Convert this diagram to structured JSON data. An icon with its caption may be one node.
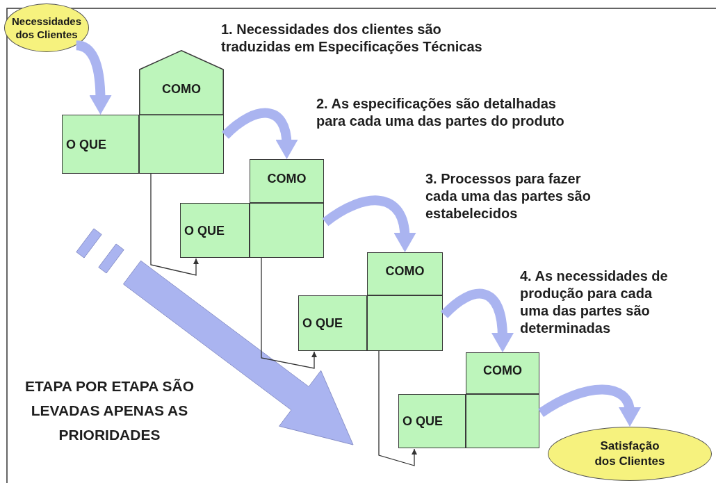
{
  "diagram": {
    "nodes": [
      {
        "text": [
          "Necessidades dos Clientes"
        ]
      },
      {
        "text": [
          "COMO"
        ]
      },
      {
        "text": [
          "O QUE"
        ]
      },
      {
        "text": [],
        "shape": "box"
      },
      {
        "text": [
          "COMO"
        ]
      },
      {
        "text": [
          "O QUE"
        ]
      },
      {
        "text": [],
        "shape": "box"
      },
      {
        "text": [
          "COMO"
        ]
      },
      {
        "text": [
          "O QUE"
        ]
      },
      {
        "text": [],
        "shape": "box"
      },
      {
        "text": [
          "COMO"
        ]
      },
      {
        "text": [
          "O QUE"
        ]
      },
      {
        "text": [],
        "shape": "box"
      },
      {
        "text": [
          "Satisfação dos Clientes"
        ]
      }
    ],
    "edges": [
      {
        "from": 0,
        "to": 2,
        "arrow": "to"
      },
      {
        "from": 3,
        "to": 4,
        "arrow": "to"
      },
      {
        "from": 6,
        "to": 7,
        "arrow": "to"
      },
      {
        "from": 9,
        "to": 10,
        "arrow": "to"
      },
      {
        "from": 12,
        "to": 13,
        "arrow": "to"
      },
      {
        "from": 3,
        "to": 5,
        "arrow": "to",
        "color": "#333333"
      },
      {
        "from": 6,
        "to": 8,
        "arrow": "to",
        "color": "#333333"
      },
      {
        "from": 9,
        "to": 11,
        "arrow": "to",
        "color": "#333333"
      }
    ],
    "labels": [
      "1. Necessidades dos clientes são traduzidas em Especificações Técnicas",
      "2. As especificações são detalhadas para cada uma das partes do produto",
      "3. Processos para fazer cada uma das partes são estabelecidos",
      "4. As necessidades de produção para cada uma das partes são determinadas",
      "ETAPA POR ETAPA SÃO LEVADAS APENAS AS PRIORIDADES"
    ]
  }
}
